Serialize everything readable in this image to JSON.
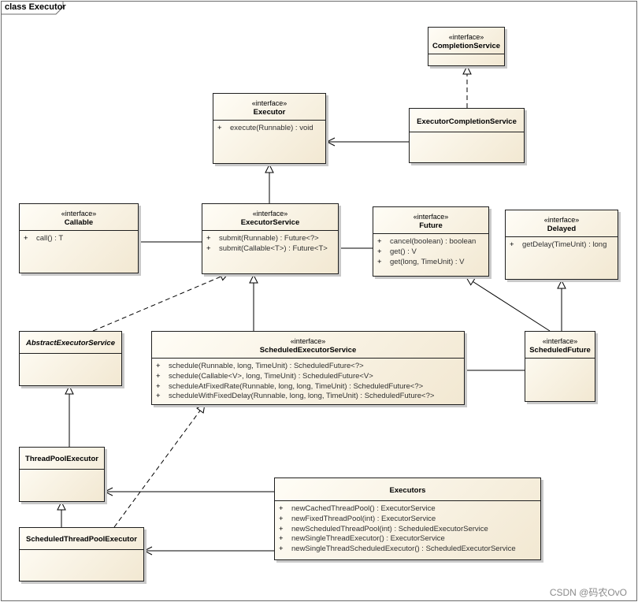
{
  "diagram_title": "class Executor",
  "watermark": "CSDN @码农OvO",
  "colors": {
    "class_fill": "#f2e8d2",
    "border": "#1f1f1f",
    "line": "#000000"
  },
  "classes": {
    "completion_service": {
      "stereotype": "«interface»",
      "name": "CompletionService",
      "ops": []
    },
    "executor": {
      "stereotype": "«interface»",
      "name": "Executor",
      "ops": [
        {
          "vis": "+",
          "sig": "execute(Runnable) : void"
        }
      ]
    },
    "executor_completion_service": {
      "name": "ExecutorCompletionService",
      "ops": []
    },
    "callable": {
      "stereotype": "«interface»",
      "name": "Callable",
      "ops": [
        {
          "vis": "+",
          "sig": "call() : T"
        }
      ]
    },
    "executor_service": {
      "stereotype": "«interface»",
      "name": "ExecutorService",
      "ops": [
        {
          "vis": "+",
          "sig": "submit(Runnable) : Future<?>"
        },
        {
          "vis": "+",
          "sig": "submit(Callable<T>) : Future<T>"
        }
      ]
    },
    "future": {
      "stereotype": "«interface»",
      "name": "Future",
      "ops": [
        {
          "vis": "+",
          "sig": "cancel(boolean) : boolean"
        },
        {
          "vis": "+",
          "sig": "get() : V"
        },
        {
          "vis": "+",
          "sig": "get(long, TimeUnit) : V"
        }
      ]
    },
    "delayed": {
      "stereotype": "«interface»",
      "name": "Delayed",
      "ops": [
        {
          "vis": "+",
          "sig": "getDelay(TimeUnit) : long"
        }
      ]
    },
    "abstract_executor_service": {
      "name": "AbstractExecutorService",
      "ops": []
    },
    "scheduled_executor_service": {
      "stereotype": "«interface»",
      "name": "ScheduledExecutorService",
      "ops": [
        {
          "vis": "+",
          "sig": "schedule(Runnable, long, TimeUnit) : ScheduledFuture<?>"
        },
        {
          "vis": "+",
          "sig": "schedule(Callable<V>, long, TimeUnit) : ScheduledFuture<V>"
        },
        {
          "vis": "+",
          "sig": "scheduleAtFixedRate(Runnable, long, long, TimeUnit) : ScheduledFuture<?>"
        },
        {
          "vis": "+",
          "sig": "scheduleWithFixedDelay(Runnable, long, long, TimeUnit) : ScheduledFuture<?>"
        }
      ]
    },
    "scheduled_future": {
      "stereotype": "«interface»",
      "name": "ScheduledFuture",
      "ops": []
    },
    "thread_pool_executor": {
      "name": "ThreadPoolExecutor",
      "ops": []
    },
    "scheduled_thread_pool_executor": {
      "name": "ScheduledThreadPoolExecutor",
      "ops": []
    },
    "executors": {
      "name": "Executors",
      "ops": [
        {
          "vis": "+",
          "sig": "newCachedThreadPool() : ExecutorService"
        },
        {
          "vis": "+",
          "sig": "newFixedThreadPool(int) : ExecutorService"
        },
        {
          "vis": "+",
          "sig": "newScheduledThreadPool(int) : ScheduledExecutorService"
        },
        {
          "vis": "+",
          "sig": "newSingleThreadExecutor() : ExecutorService"
        },
        {
          "vis": "+",
          "sig": "newSingleThreadScheduledExecutor() : ScheduledExecutorService"
        }
      ]
    }
  },
  "relationships": [
    {
      "from": "executor_completion_service",
      "to": "completion_service",
      "kind": "realization"
    },
    {
      "from": "executor_completion_service",
      "to": "executor",
      "kind": "association"
    },
    {
      "from": "executor_service",
      "to": "executor",
      "kind": "generalization"
    },
    {
      "from": "callable",
      "to": "executor_service",
      "kind": "link"
    },
    {
      "from": "executor_service",
      "to": "future",
      "kind": "link"
    },
    {
      "from": "abstract_executor_service",
      "to": "executor_service",
      "kind": "realization"
    },
    {
      "from": "scheduled_executor_service",
      "to": "executor_service",
      "kind": "generalization"
    },
    {
      "from": "scheduled_future",
      "to": "future",
      "kind": "generalization"
    },
    {
      "from": "scheduled_future",
      "to": "delayed",
      "kind": "generalization"
    },
    {
      "from": "scheduled_executor_service",
      "to": "scheduled_future",
      "kind": "link"
    },
    {
      "from": "thread_pool_executor",
      "to": "abstract_executor_service",
      "kind": "generalization"
    },
    {
      "from": "scheduled_thread_pool_executor",
      "to": "thread_pool_executor",
      "kind": "generalization"
    },
    {
      "from": "scheduled_thread_pool_executor",
      "to": "scheduled_executor_service",
      "kind": "realization"
    },
    {
      "from": "executors",
      "to": "thread_pool_executor",
      "kind": "association"
    },
    {
      "from": "executors",
      "to": "scheduled_thread_pool_executor",
      "kind": "association"
    }
  ]
}
